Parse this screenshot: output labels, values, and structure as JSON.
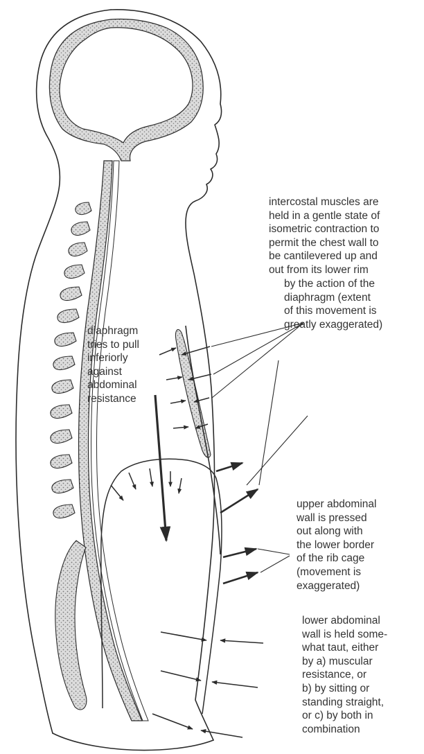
{
  "labels": {
    "intercostal": [
      "intercostal muscles are",
      "held in a gentle state of",
      "isometric contraction to",
      "permit the chest wall to",
      "be cantilevered up and",
      "out from its lower rim"
    ],
    "intercostal_cont": [
      "by the action of the",
      "diaphragm (extent",
      "of this movement is",
      "greatly exaggerated)"
    ],
    "diaphragm": [
      "diaphragm",
      "tries to pull",
      "inferiorly",
      "against",
      "abdominal",
      "resistance"
    ],
    "upper_abdominal": [
      "upper abdominal",
      "wall is pressed",
      "out along with",
      "the lower border",
      "of the rib cage",
      "(movement is",
      "exaggerated)"
    ],
    "lower_abdominal": [
      "lower abdominal",
      "wall is held some-",
      "what taut, either",
      "by a) muscular",
      "resistance, or",
      "b) by sitting or",
      "standing straight,",
      "or c) by both in",
      "combination"
    ]
  },
  "colors": {
    "ink": "#2b2b2b",
    "label_text": "#333333",
    "stipple_fill": "#c8c8c8",
    "background": "#ffffff"
  }
}
